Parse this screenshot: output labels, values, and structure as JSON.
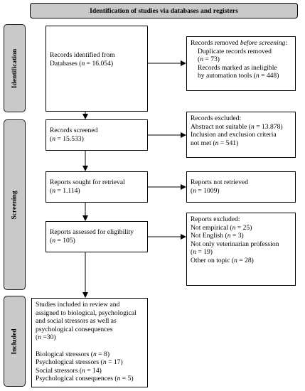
{
  "header": "Identification of studies via databases and registers",
  "stages": {
    "identification": "Identification",
    "screening": "Screening",
    "included": "Included"
  },
  "boxes": {
    "identified": {
      "line1": "Records identified from",
      "line2_a": "Databases (",
      "line2_n": "n",
      "line2_b": " = 16.054)"
    },
    "removed": {
      "title_a": "Records removed ",
      "title_em": "before screening",
      "title_b": ":",
      "dup_label": "Duplicate records removed",
      "dup_open": "(",
      "dup_n": "n",
      "dup_val": " = 73)",
      "inel_label": "Records marked as ineligible",
      "inel_a": "by automation tools (",
      "inel_n": "n",
      "inel_b": " = 448)"
    },
    "screened": {
      "line1": "Records screened",
      "line2_a": "(",
      "line2_n": "n",
      "line2_b": " = 15.533)"
    },
    "excluded": {
      "title": "Records excluded:",
      "abstract_a": "Abstract not suitable (",
      "abstract_n": "n",
      "abstract_b": " = 13.878)",
      "criteria_label": "Inclusion and exclusion criteria",
      "criteria_a": "not met (",
      "criteria_n": "n",
      "criteria_b": " = 541)"
    },
    "sought": {
      "line1": "Reports sought for retrieval",
      "line2_a": "(",
      "line2_n": "n",
      "line2_b": " = 1.114)"
    },
    "not_retrieved": {
      "line1": "Reports not retrieved",
      "line2_a": "(",
      "line2_n": "n",
      "line2_b": " = 1009)"
    },
    "assessed": {
      "line1": "Reports assessed for eligibility",
      "line2_a": "(",
      "line2_n": "n",
      "line2_b": " = 105)"
    },
    "reports_excluded": {
      "title": "Reports excluded:",
      "empirical_a": "Not empirical (",
      "empirical_n": "n",
      "empirical_b": " = 25)",
      "english_a": "Not English (",
      "english_n": "n",
      "english_b": " = 3)",
      "vet_label": "Not only veterinarian profession",
      "vet_a": "(",
      "vet_n": "n",
      "vet_b": " = 19)",
      "other_a": "Other on topic (",
      "other_n": "n",
      "other_b": " = 28)"
    },
    "included": {
      "l1": "Studies included in review and",
      "l2": "assigned to biological, psychological",
      "l3": "and social stressors as well as",
      "l4": "psychological consequences",
      "l5_a": "(",
      "l5_n": "n",
      "l5_b": " =30)",
      "bio_a": "Biological stressors (",
      "bio_n": "n",
      "bio_b": " = 8)",
      "psy_a": "Psychological stressors (",
      "psy_n": "n",
      "psy_b": " = 17)",
      "soc_a": "Social stressors (",
      "soc_n": "n",
      "soc_b": " = 14)",
      "cons_a": "Psychological consequences (",
      "cons_n": "n",
      "cons_b": " = 5)"
    }
  }
}
